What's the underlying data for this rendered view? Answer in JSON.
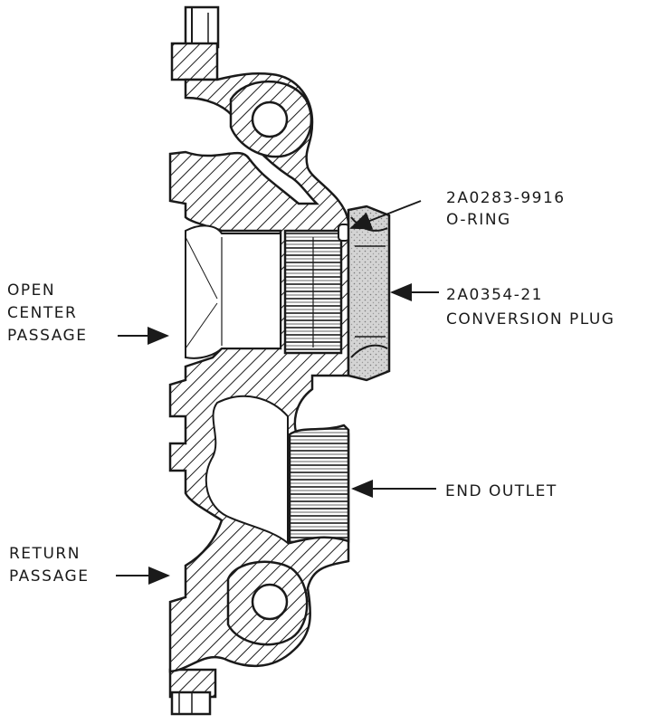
{
  "labels": {
    "oring_part": "2A0283-9916",
    "oring_name": "O-RING",
    "plug_part": "2A0354-21",
    "plug_name": "CONVERSION PLUG",
    "end_outlet": "END OUTLET",
    "open_center_1": "OPEN",
    "open_center_2": "CENTER",
    "open_center_3": "PASSAGE",
    "return_1": "RETURN",
    "return_2": "PASSAGE"
  },
  "colors": {
    "ink": "#1a1a1a",
    "plug_fill": "#d4d4d4",
    "background": "#ffffff"
  }
}
